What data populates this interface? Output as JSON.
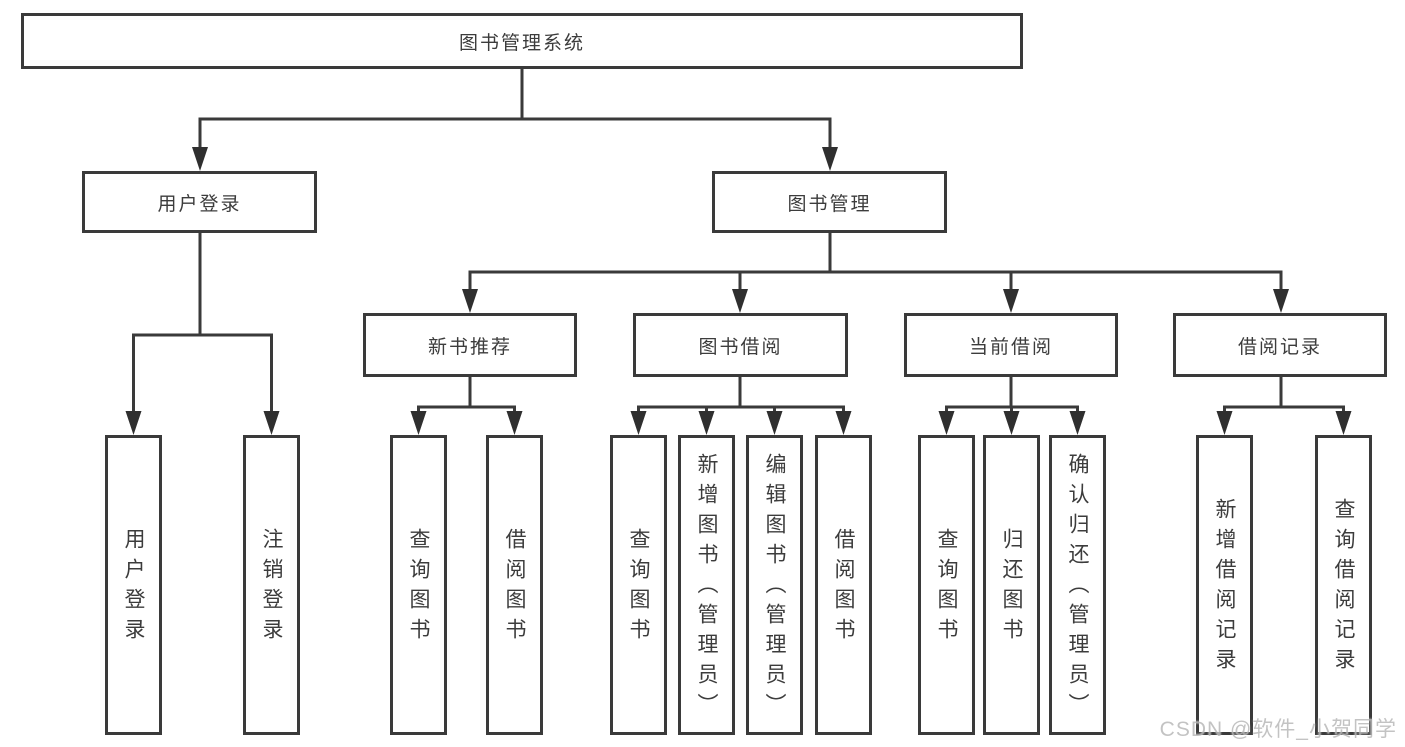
{
  "tree": {
    "root": {
      "label": "图书管理系统",
      "children": [
        {
          "label": "用户登录",
          "children": [
            {
              "label": "用户登录"
            },
            {
              "label": "注销登录"
            }
          ]
        },
        {
          "label": "图书管理",
          "children": [
            {
              "label": "新书推荐",
              "children": [
                {
                  "label": "查询图书"
                },
                {
                  "label": "借阅图书"
                }
              ]
            },
            {
              "label": "图书借阅",
              "children": [
                {
                  "label": "查询图书"
                },
                {
                  "label": "新增图书（管理员）"
                },
                {
                  "label": "编辑图书（管理员）"
                },
                {
                  "label": "借阅图书"
                }
              ]
            },
            {
              "label": "当前借阅",
              "children": [
                {
                  "label": "查询图书"
                },
                {
                  "label": "归还图书"
                },
                {
                  "label": "确认归还（管理员）"
                }
              ]
            },
            {
              "label": "借阅记录",
              "children": [
                {
                  "label": "新增借阅记录"
                },
                {
                  "label": "查询借阅记录"
                }
              ]
            }
          ]
        }
      ]
    }
  },
  "watermark": "CSDN @软件_小贺同学",
  "colors": {
    "line": "#3a3a3a",
    "arrow": "#2f2f2f",
    "text": "#3c3c3c",
    "watermark": "#b9b9b9",
    "background": "#ffffff"
  }
}
